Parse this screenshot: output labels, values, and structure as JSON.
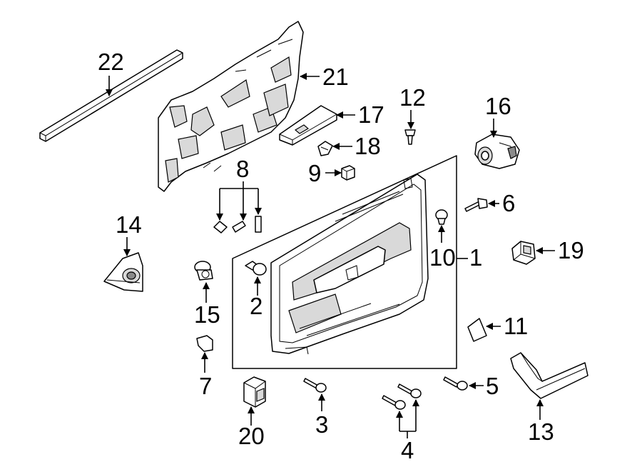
{
  "callouts": {
    "c1": "1",
    "c2": "2",
    "c3": "3",
    "c4": "4",
    "c5": "5",
    "c6": "6",
    "c7": "7",
    "c8": "8",
    "c9": "9",
    "c10": "10",
    "c11": "11",
    "c12": "12",
    "c13": "13",
    "c14": "14",
    "c15": "15",
    "c16": "16",
    "c17": "17",
    "c18": "18",
    "c19": "19",
    "c20": "20",
    "c21": "21",
    "c22": "22"
  },
  "colors": {
    "line": "#000000",
    "background": "#ffffff",
    "fill_light": "#d9d9d9",
    "fill_dark": "#8a8a8a"
  }
}
